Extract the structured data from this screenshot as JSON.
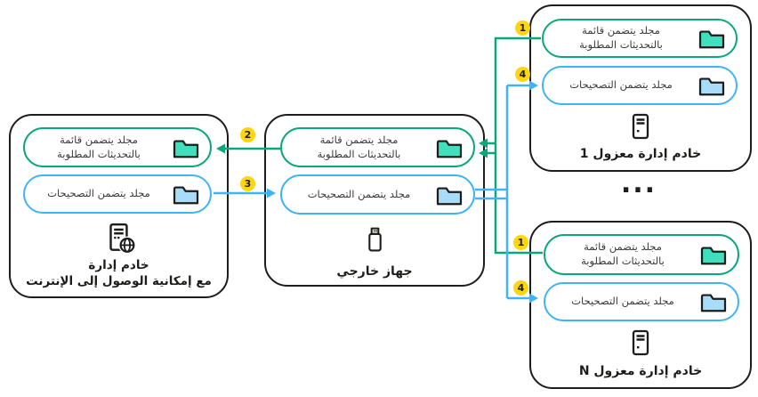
{
  "diagram": {
    "labels": {
      "updates_folder_line1": "مجلد يتضمن قائمة",
      "updates_folder_line2": "بالتحديثات المطلوبة",
      "patches_folder": "مجلد يتضمن التصحيحات"
    },
    "boxes": {
      "internet_admin_server": {
        "title_line1": "خادم إدارة",
        "title_line2": "مع إمكانية الوصول إلى الإنترنت"
      },
      "external_device": {
        "title": "جهاز خارجي"
      },
      "isolated_server_1": {
        "title": "خادم إدارة معزول 1"
      },
      "isolated_server_n": {
        "title": "خادم إدارة معزول N"
      }
    },
    "ellipsis": "...",
    "steps": [
      "1",
      "2",
      "3",
      "4"
    ],
    "colors": {
      "green_line": "#0BA77C",
      "green_folder_fill": "#40DFBD",
      "blue_line": "#3EB4F5",
      "blue_folder_fill": "#A9DCF8",
      "badge_yellow": "#FFD60A",
      "outline_ink": "#1D1D1B"
    }
  }
}
